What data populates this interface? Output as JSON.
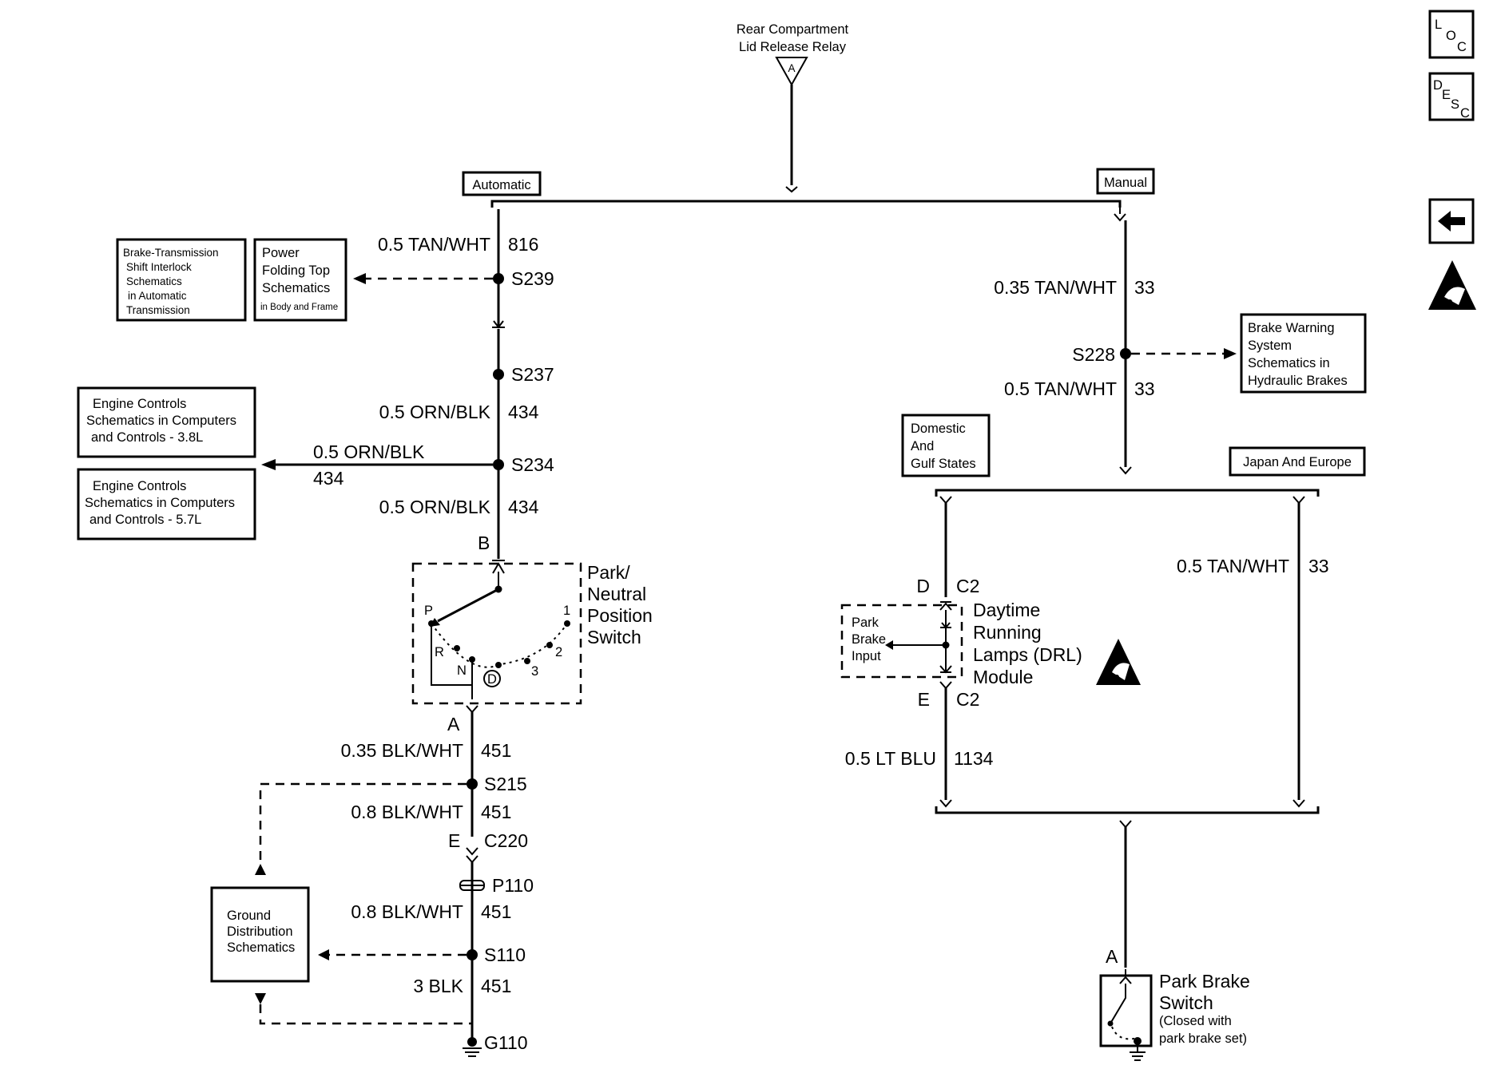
{
  "relay": {
    "line1": "Rear Compartment",
    "line2": "Lid Release Relay",
    "pin": "A"
  },
  "branches": {
    "automatic": "Automatic",
    "manual": "Manual",
    "domestic": [
      "Domestic",
      "And",
      "Gulf States"
    ],
    "japan": "Japan And Europe"
  },
  "left_wires": {
    "w816": {
      "gauge": "0.5 TAN/WHT",
      "circuit": "816"
    },
    "w434a": {
      "gauge": "0.5 ORN/BLK",
      "circuit": "434"
    },
    "w434b": {
      "gauge": "0.5 ORN/BLK",
      "circuit": "434"
    },
    "w434c": {
      "gauge": "0.5 ORN/BLK",
      "circuit": "434"
    },
    "w451a": {
      "gauge": "0.35 BLK/WHT",
      "circuit": "451"
    },
    "w451b": {
      "gauge": "0.8 BLK/WHT",
      "circuit": "451"
    },
    "w451c": {
      "gauge": "0.8 BLK/WHT",
      "circuit": "451"
    },
    "w451d": {
      "gauge": "3 BLK",
      "circuit": "451"
    }
  },
  "right_wires": {
    "w33a": {
      "gauge": "0.35 TAN/WHT",
      "circuit": "33"
    },
    "w33b": {
      "gauge": "0.5 TAN/WHT",
      "circuit": "33"
    },
    "w33c": {
      "gauge": "0.5 TAN/WHT",
      "circuit": "33"
    },
    "w1134": {
      "gauge": "0.5 LT BLU",
      "circuit": "1134"
    }
  },
  "splices": {
    "s239": "S239",
    "s237": "S237",
    "s234": "S234",
    "s215": "S215",
    "s110": "S110",
    "s228": "S228"
  },
  "grounds": {
    "g110": "G110",
    "p110": "P110"
  },
  "connectors": {
    "b": "B",
    "a": "A",
    "e_c220": "E",
    "c220": "C220",
    "d": "D",
    "c2a": "C2",
    "e": "E",
    "c2b": "C2",
    "a_park": "A"
  },
  "pn_switch": {
    "title": [
      "Park/",
      "Neutral",
      "Position",
      "Switch"
    ],
    "positions": {
      "p": "P",
      "r": "R",
      "n": "N",
      "d": "D",
      "three": "3",
      "two": "2",
      "one": "1"
    }
  },
  "drl": {
    "title": [
      "Daytime",
      "Running",
      "Lamps (DRL)",
      "Module"
    ],
    "input": [
      "Park",
      "Brake",
      "Input"
    ]
  },
  "park_brake": {
    "title": [
      "Park Brake",
      "Switch"
    ],
    "note": [
      "(Closed with",
      "park brake set)"
    ]
  },
  "refs": {
    "bts": [
      "Brake-Transmission",
      "Shift Interlock",
      "Schematics",
      "in Automatic",
      "Transmission"
    ],
    "pft": [
      "Power",
      "Folding Top",
      "Schematics",
      "in Body and Frame"
    ],
    "ec38": [
      "Engine Controls",
      "Schematics in Computers",
      "and Controls - 3.8L"
    ],
    "ec57": [
      "Engine Controls",
      "Schematics in  Computers",
      "and  Controls - 5.7L"
    ],
    "bws": [
      "Brake Warning",
      "System",
      "Schematics in",
      "Hydraulic Brakes"
    ],
    "gds": [
      "Ground",
      "Distribution",
      "Schematics"
    ]
  },
  "side_icons": {
    "loc": [
      "L",
      "O",
      "C"
    ],
    "desc": [
      "D",
      "E",
      "S",
      "C"
    ]
  },
  "icons": {
    "back": "back-arrow-icon",
    "esd": "esd-warning-icon"
  }
}
